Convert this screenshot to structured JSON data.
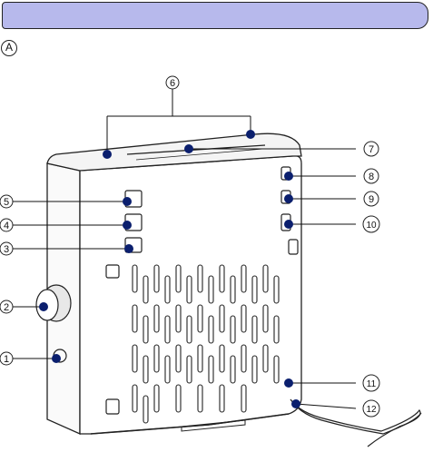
{
  "figure": {
    "label": "A"
  },
  "callouts": [
    {
      "id": "1",
      "text": "1"
    },
    {
      "id": "2",
      "text": "2"
    },
    {
      "id": "3",
      "text": "3"
    },
    {
      "id": "4",
      "text": "4"
    },
    {
      "id": "5",
      "text": "5"
    },
    {
      "id": "6",
      "text": "6"
    },
    {
      "id": "7",
      "text": "7"
    },
    {
      "id": "8",
      "text": "8"
    },
    {
      "id": "9",
      "text": "9"
    },
    {
      "id": "10",
      "text": "10"
    },
    {
      "id": "11",
      "text": "11"
    },
    {
      "id": "12",
      "text": "12"
    }
  ],
  "colors": {
    "header_bar": "#b7b9ec",
    "marker": "#0b1f6e",
    "outline": "#222222"
  }
}
